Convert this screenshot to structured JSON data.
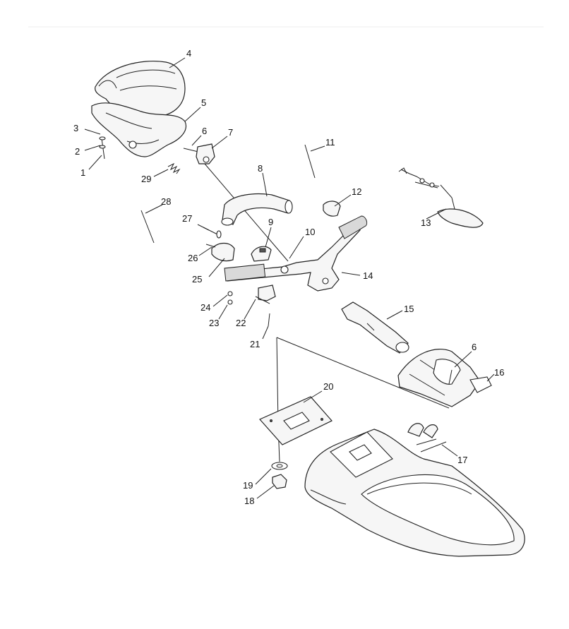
{
  "labels": {
    "p1": "1",
    "p2": "2",
    "p3": "3",
    "p4": "4",
    "p5": "5",
    "p6a": "6",
    "p6b": "6",
    "p7": "7",
    "p8": "8",
    "p9": "9",
    "p10": "10",
    "p11": "11",
    "p12": "12",
    "p13": "13",
    "p14": "14",
    "p15": "15",
    "p16": "16",
    "p17": "17",
    "p18": "18",
    "p19": "19",
    "p20": "20",
    "p21": "21",
    "p22": "22",
    "p23": "23",
    "p24": "24",
    "p25": "25",
    "p26": "26",
    "p27": "27",
    "p28": "28",
    "p29": "29"
  }
}
